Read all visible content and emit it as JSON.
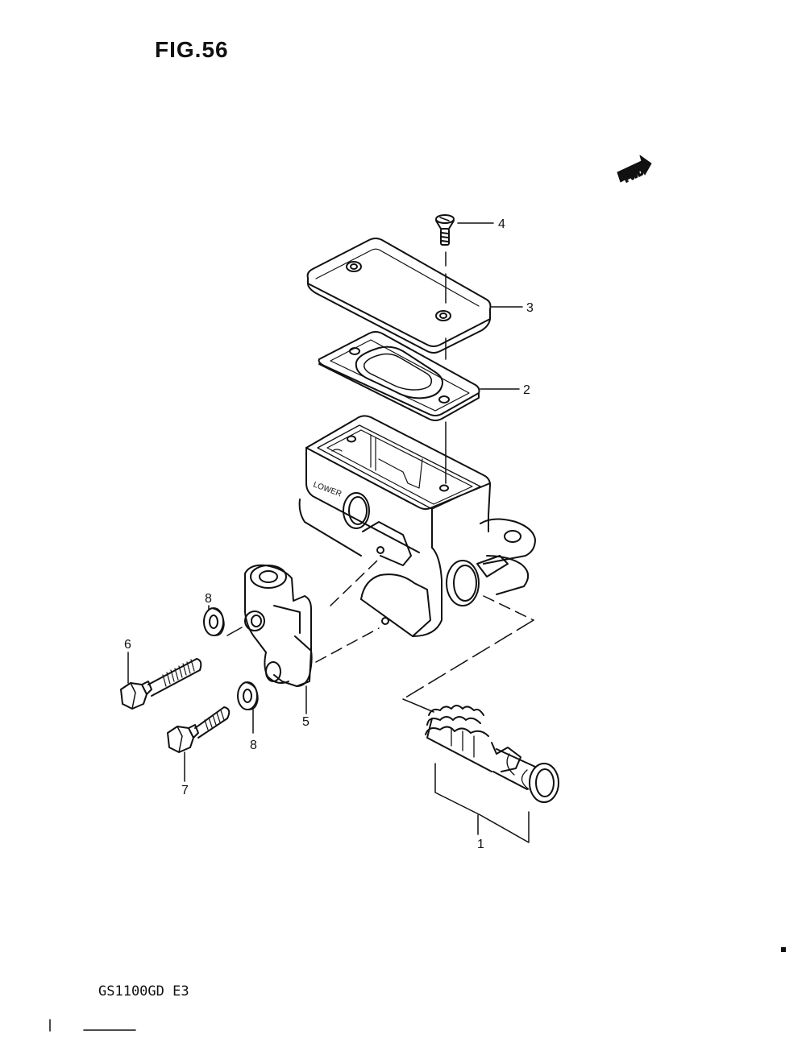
{
  "figure": {
    "title": "FIG.56"
  },
  "direction_badge": {
    "label": "FWD",
    "icon": "forward-arrow-icon"
  },
  "model_code": "GS1100GD E3",
  "callouts": [
    {
      "number": "1",
      "part": "piston-spring-assembly"
    },
    {
      "number": "2",
      "part": "reservoir-diaphragm"
    },
    {
      "number": "3",
      "part": "reservoir-cap"
    },
    {
      "number": "4",
      "part": "cap-screw"
    },
    {
      "number": "5",
      "part": "lever-holder"
    },
    {
      "number": "6",
      "part": "long-bolt"
    },
    {
      "number": "7",
      "part": "short-bolt"
    },
    {
      "number": "8",
      "part": "washer"
    },
    {
      "number": "8",
      "part": "washer"
    }
  ],
  "body_marking": "LOWER",
  "colors": {
    "ink": "#111111",
    "paper": "#ffffff"
  }
}
